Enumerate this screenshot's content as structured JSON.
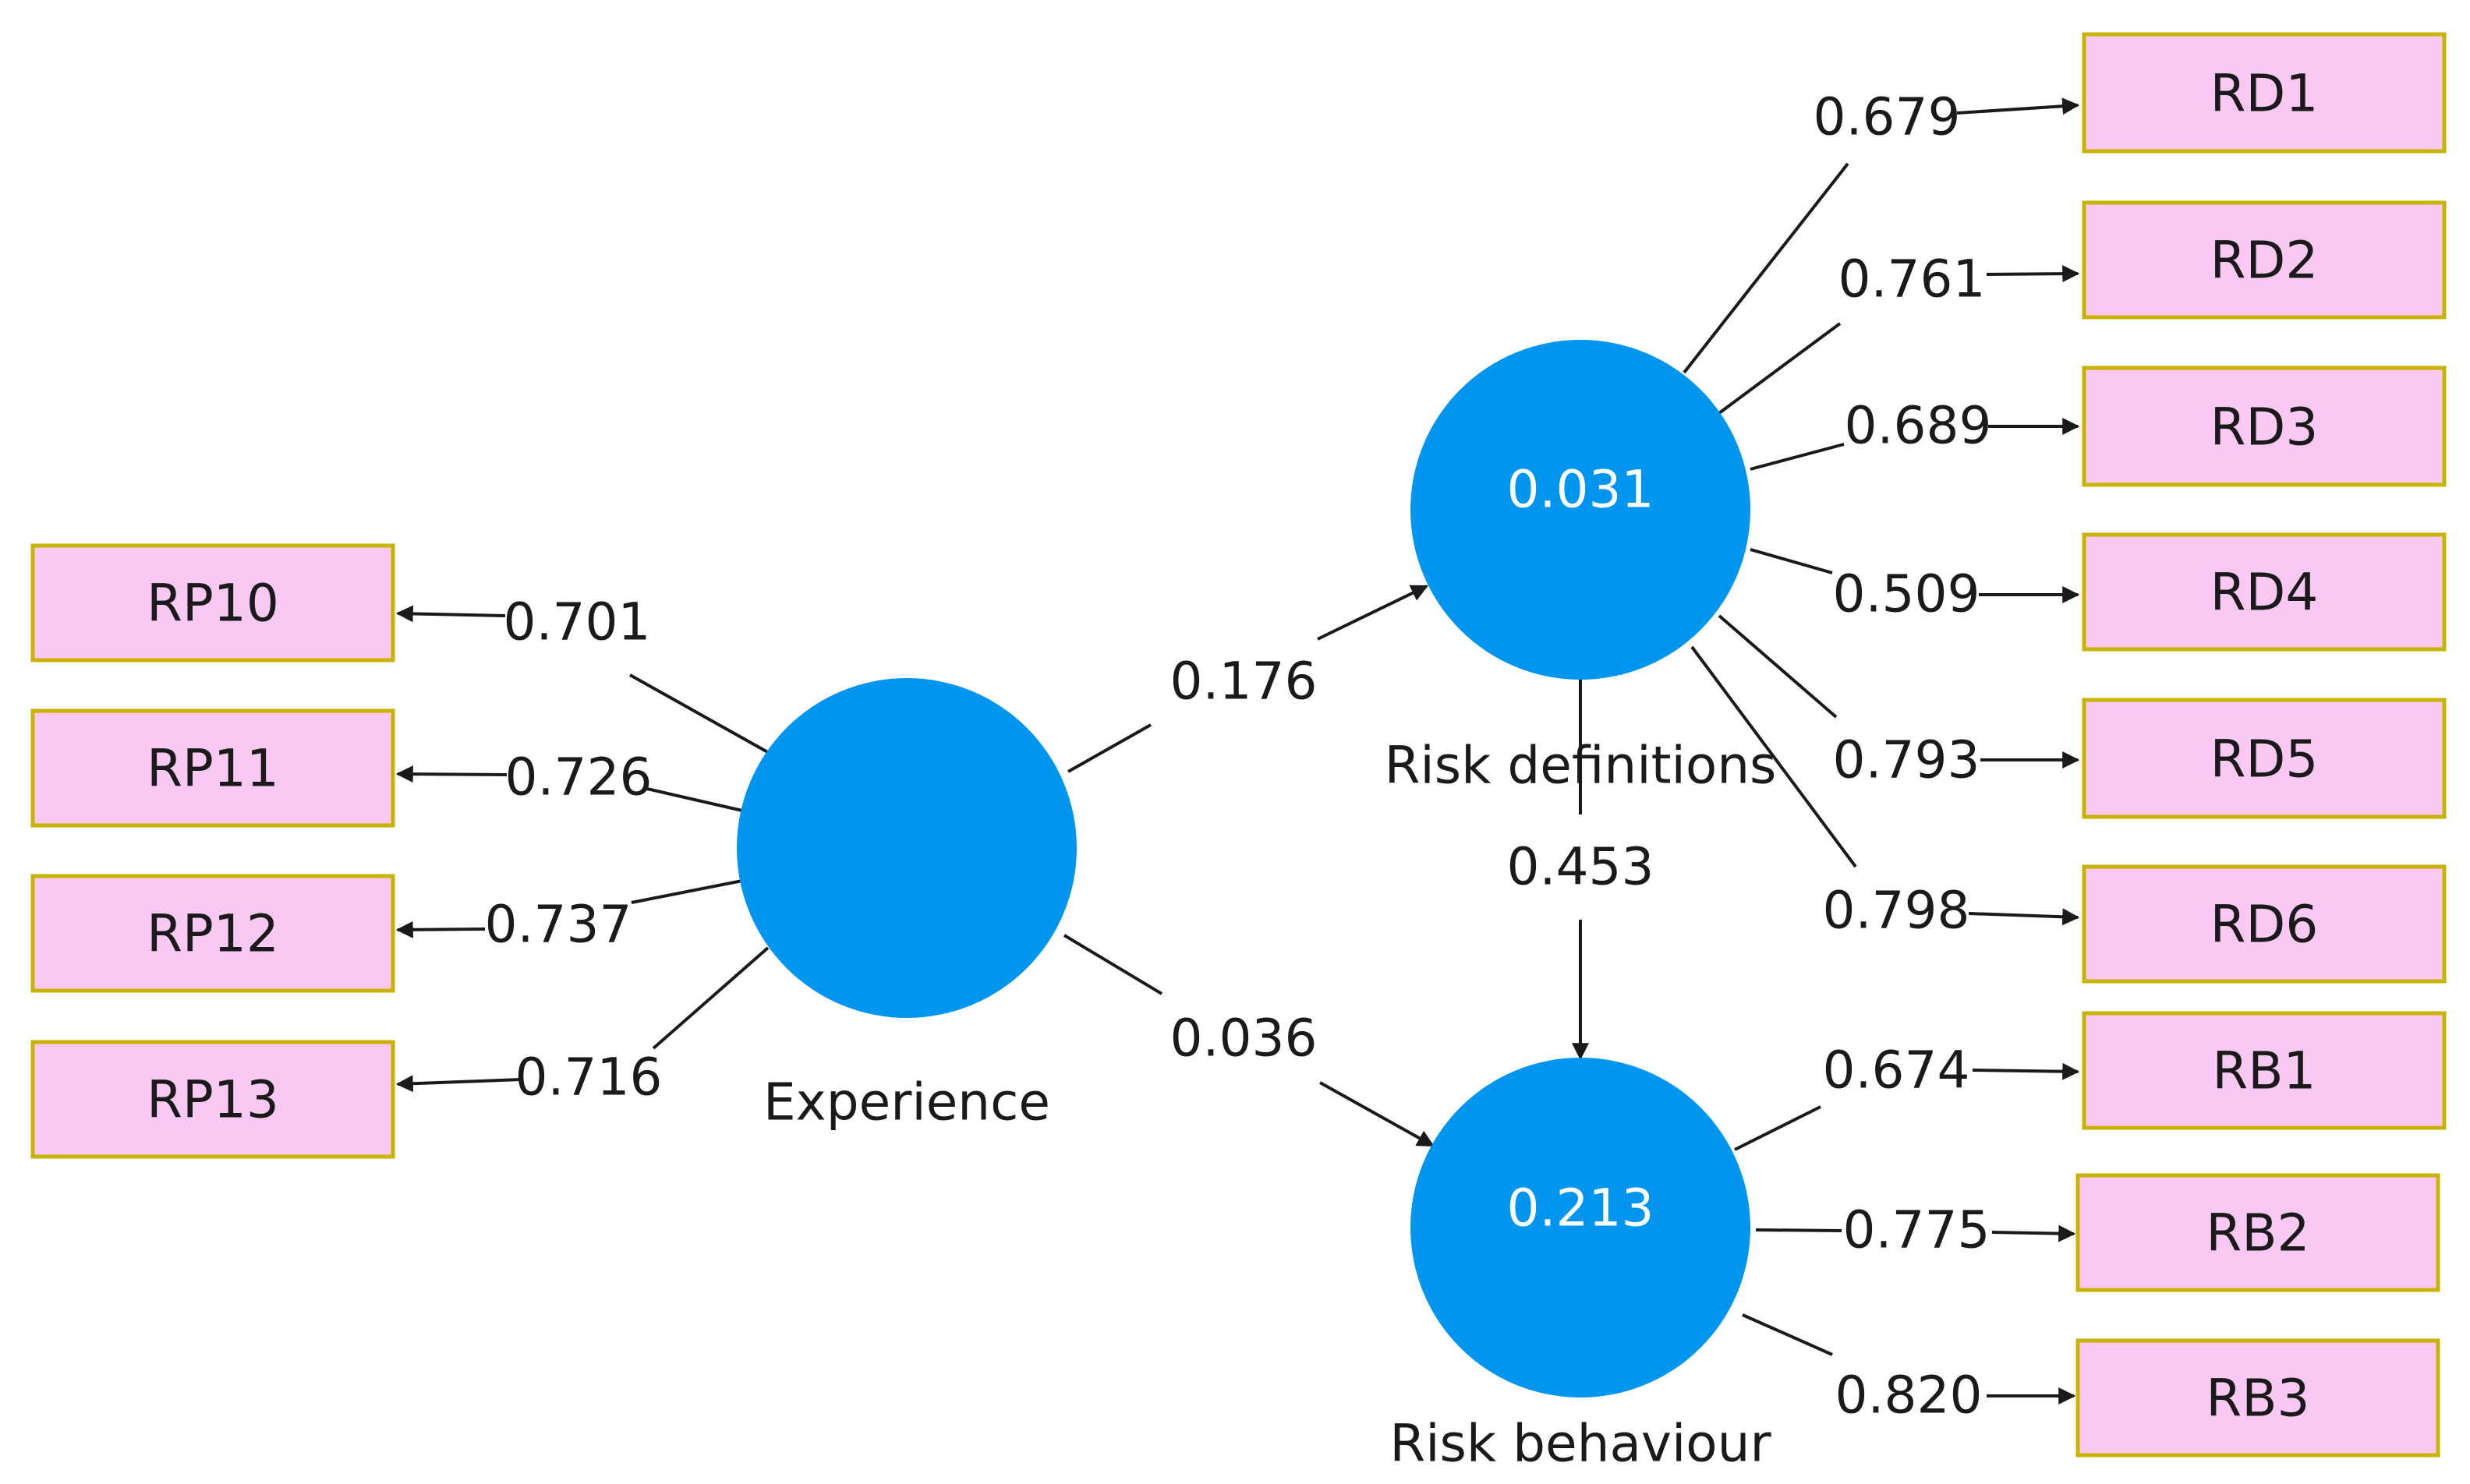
{
  "constructs": {
    "experience": {
      "name": "Experience",
      "r2": ""
    },
    "risk_definitions": {
      "name": "Risk definitions",
      "r2": "0.031"
    },
    "risk_behaviour": {
      "name": "Risk behaviour",
      "r2": "0.213"
    }
  },
  "indicators": {
    "RP10": "RP10",
    "RP11": "RP11",
    "RP12": "RP12",
    "RP13": "RP13",
    "RD1": "RD1",
    "RD2": "RD2",
    "RD3": "RD3",
    "RD4": "RD4",
    "RD5": "RD5",
    "RD6": "RD6",
    "RB1": "RB1",
    "RB2": "RB2",
    "RB3": "RB3"
  },
  "loadings": {
    "RP10": "0.701",
    "RP11": "0.726",
    "RP12": "0.737",
    "RP13": "0.716",
    "RD1": "0.679",
    "RD2": "0.761",
    "RD3": "0.689",
    "RD4": "0.509",
    "RD5": "0.793",
    "RD6": "0.798",
    "RB1": "0.674",
    "RB2": "0.775",
    "RB3": "0.820"
  },
  "paths": {
    "experience_to_risk_definitions": "0.176",
    "experience_to_risk_behaviour": "0.036",
    "risk_definitions_to_risk_behaviour": "0.453"
  },
  "colors": {
    "construct_fill": "#0096f0",
    "indicator_fill": "#f9c8f3",
    "indicator_border": "#c9b300"
  }
}
